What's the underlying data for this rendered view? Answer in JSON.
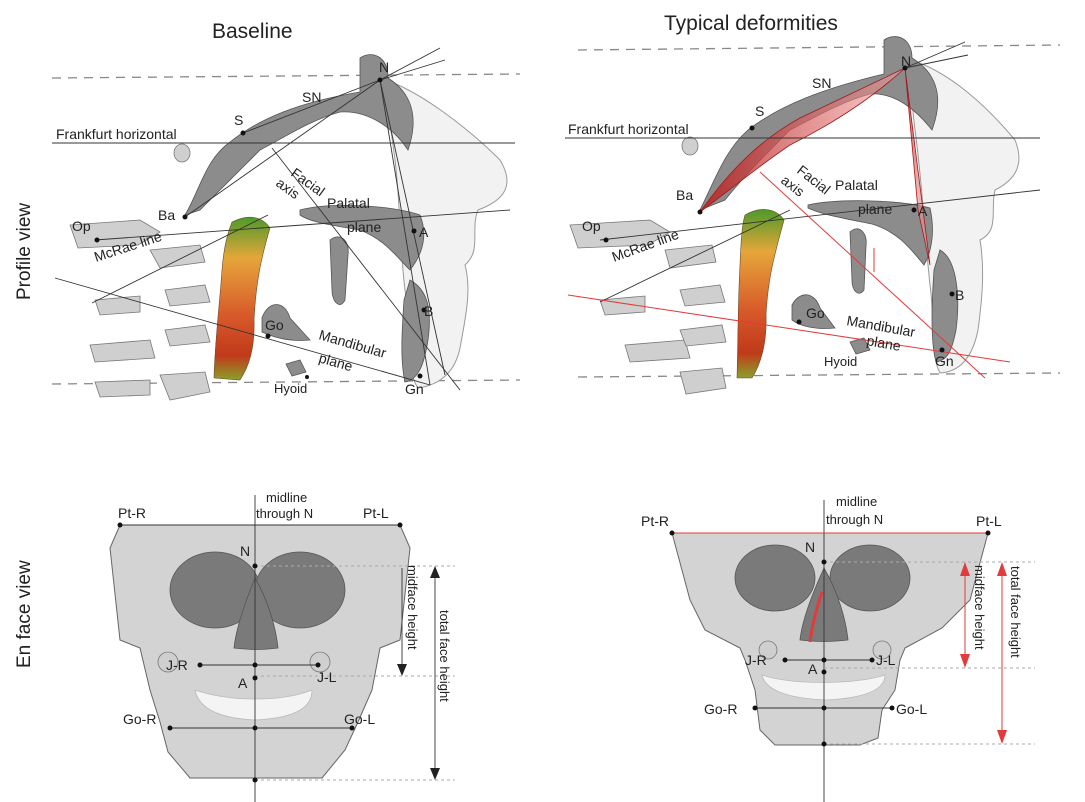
{
  "titles": {
    "baseline": "Baseline",
    "deformities": "Typical deformities"
  },
  "row_labels": {
    "profile": "Profile view",
    "en_face": "En face view"
  },
  "profile_labels": {
    "N": "N",
    "SN": "SN",
    "S": "S",
    "frankfurt": "Frankfurt horizontal",
    "facial": "Facial",
    "axis": "axis",
    "palatal": "Palatal",
    "plane": "plane",
    "Op": "Op",
    "Ba": "Ba",
    "mcrae": "McRae line",
    "A": "A",
    "B": "B",
    "Go": "Go",
    "mandibular": "Mandibular",
    "hyoid": "Hyoid",
    "Gn": "Gn"
  },
  "face_labels": {
    "PtR": "Pt-R",
    "PtL": "Pt-L",
    "midline": "midline",
    "through": "through N",
    "N": "N",
    "midface": "midface height",
    "total": "total face height",
    "JR": "J-R",
    "JL": "J-L",
    "A": "A",
    "GoR": "Go-R",
    "GoL": "Go-L"
  },
  "colors": {
    "deformity": "#e23b3b",
    "bone": "#8c8c8c",
    "skin": "#f2f2f2"
  }
}
